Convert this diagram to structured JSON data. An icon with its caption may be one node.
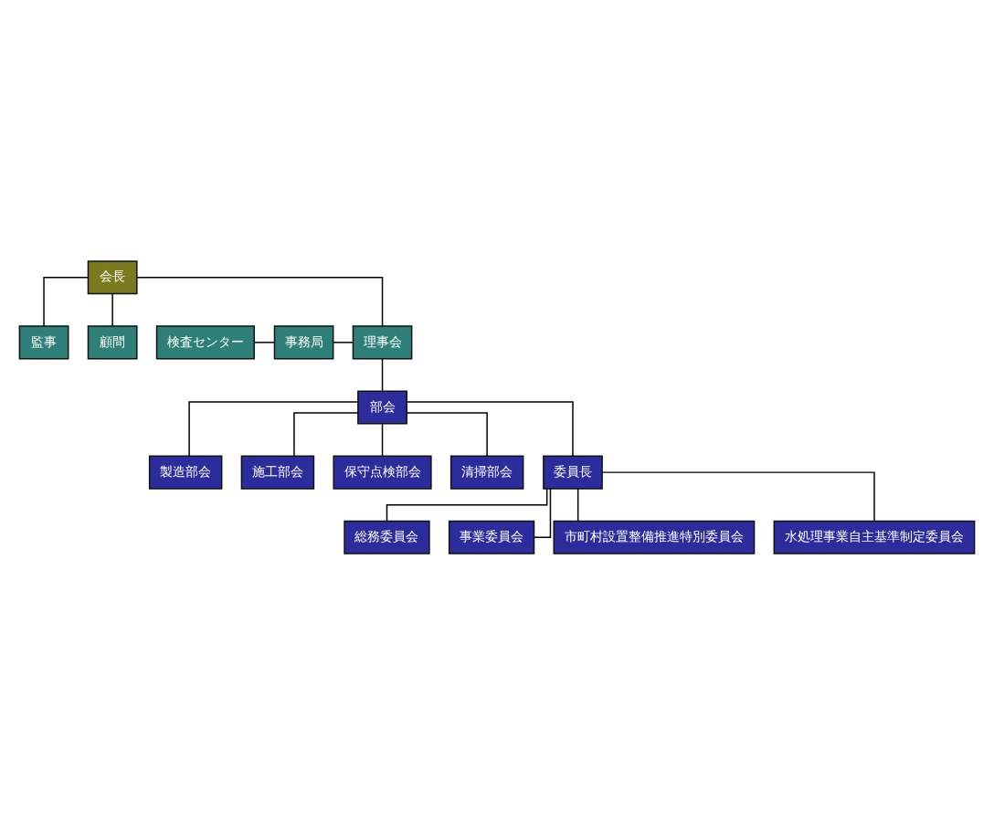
{
  "diagram": {
    "nodes": [
      {
        "text": [
          "会長"
        ]
      },
      {
        "text": [
          "理事会"
        ]
      },
      {
        "text": [
          "監事"
        ]
      },
      {
        "text": [
          "顧問"
        ]
      },
      {
        "text": [
          "検査センター"
        ]
      },
      {
        "text": [
          "事務局"
        ]
      },
      {
        "text": [
          "部会"
        ]
      },
      {
        "text": [
          "製造部会"
        ]
      },
      {
        "text": [
          "施工部会"
        ]
      },
      {
        "text": [
          "保守点検部会"
        ]
      },
      {
        "text": [
          "清掃部会"
        ]
      },
      {
        "text": [
          "委員長"
        ]
      },
      {
        "text": [
          "総務委員会"
        ]
      },
      {
        "text": [
          "事業委員会"
        ]
      },
      {
        "text": [
          "市町村設置整備推進特別委員会"
        ]
      },
      {
        "text": [
          "水処理事業自主基準制定委員会"
        ]
      }
    ],
    "edges": [
      {
        "from": 0,
        "to": 1,
        "arrow": "none"
      },
      {
        "from": 0,
        "to": 2,
        "arrow": "none"
      },
      {
        "from": 0,
        "to": 3,
        "arrow": "none"
      },
      {
        "from": 4,
        "to": 5,
        "arrow": "none"
      },
      {
        "from": 5,
        "to": 1,
        "arrow": "none"
      },
      {
        "from": 1,
        "to": 6,
        "arrow": "none"
      },
      {
        "from": 6,
        "to": 7,
        "arrow": "none"
      },
      {
        "from": 6,
        "to": 8,
        "arrow": "none"
      },
      {
        "from": 6,
        "to": 9,
        "arrow": "none"
      },
      {
        "from": 6,
        "to": 10,
        "arrow": "none"
      },
      {
        "from": 6,
        "to": 11,
        "arrow": "none"
      },
      {
        "from": 11,
        "to": 12,
        "arrow": "none"
      },
      {
        "from": 11,
        "to": 13,
        "arrow": "none"
      },
      {
        "from": 11,
        "to": 14,
        "arrow": "none"
      },
      {
        "from": 11,
        "to": 15,
        "arrow": "none"
      }
    ]
  }
}
